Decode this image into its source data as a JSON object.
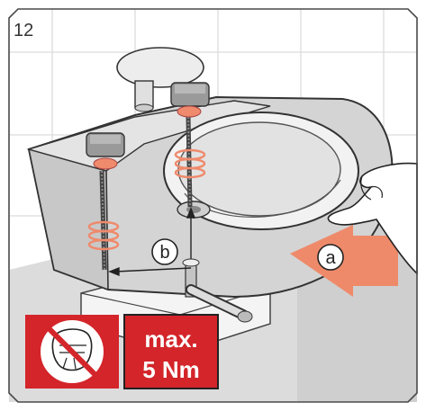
{
  "step": {
    "number": "12"
  },
  "callouts": {
    "a": "a",
    "b": "b"
  },
  "warning": {
    "line1": "max.",
    "line2": "5 Nm"
  },
  "colors": {
    "accent_red": "#d3252a",
    "arrow_orange": "#ee8a6a",
    "spring_orange": "#ef8a6c",
    "frame": "#4a4a4a",
    "wall_tile": "#ededed",
    "floor": "#d9d9d9",
    "toilet_body": "#cfcfcf"
  },
  "icons": {
    "no_hand_tighten": "no-fist-icon",
    "bolt": "threaded-rod-icon",
    "spring": "spring-icon"
  }
}
